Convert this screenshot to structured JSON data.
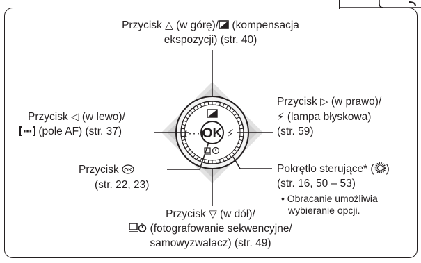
{
  "top": {
    "line1_prefix": "Przycisk",
    "line1_symbol": "△",
    "line1_suffix": "(w górę)/",
    "line1_icon": "exposure-compensation-icon",
    "line1_end": "(kompensacja",
    "line2": "ekspozycji) (str. 40)"
  },
  "left": {
    "line1_prefix": "Przycisk",
    "line1_symbol": "◁",
    "line1_suffix": "(w lewo)/",
    "line2_icon": "af-area-icon",
    "line2_text": "(pole AF) (str. 37)"
  },
  "right": {
    "line1_prefix": "Przycisk",
    "line1_symbol": "▷",
    "line1_suffix": "(w prawo)/",
    "line2_icon": "flash-icon",
    "line2_symbol": "⚡",
    "line2_text": "(lampa błyskowa)",
    "line3": "(str. 59)"
  },
  "ok": {
    "line1_prefix": "Przycisk",
    "line1_icon": "ok-icon",
    "line1_icon_text": "OK",
    "line2": "(str. 22, 23)"
  },
  "dial": {
    "line1_text": "Pokrętło sterujące* (",
    "line1_icon": "control-dial-icon",
    "line1_end": ")",
    "line2": "(str. 16, 50 – 53)",
    "note_line1": "• Obracanie umożliwia",
    "note_line2": "wybieranie opcji."
  },
  "bottom": {
    "line1_prefix": "Przycisk",
    "line1_symbol": "▽",
    "line1_suffix": "(w dół)/",
    "line2_icon": "sequential-selftimer-icon",
    "line2_text": "(fotografowanie sekwencyjne/",
    "line3": "samowyzwalacz) (str. 49)"
  },
  "wheel": {
    "center_label": "OK",
    "left_label": "[···]",
    "right_label": "⚡"
  }
}
